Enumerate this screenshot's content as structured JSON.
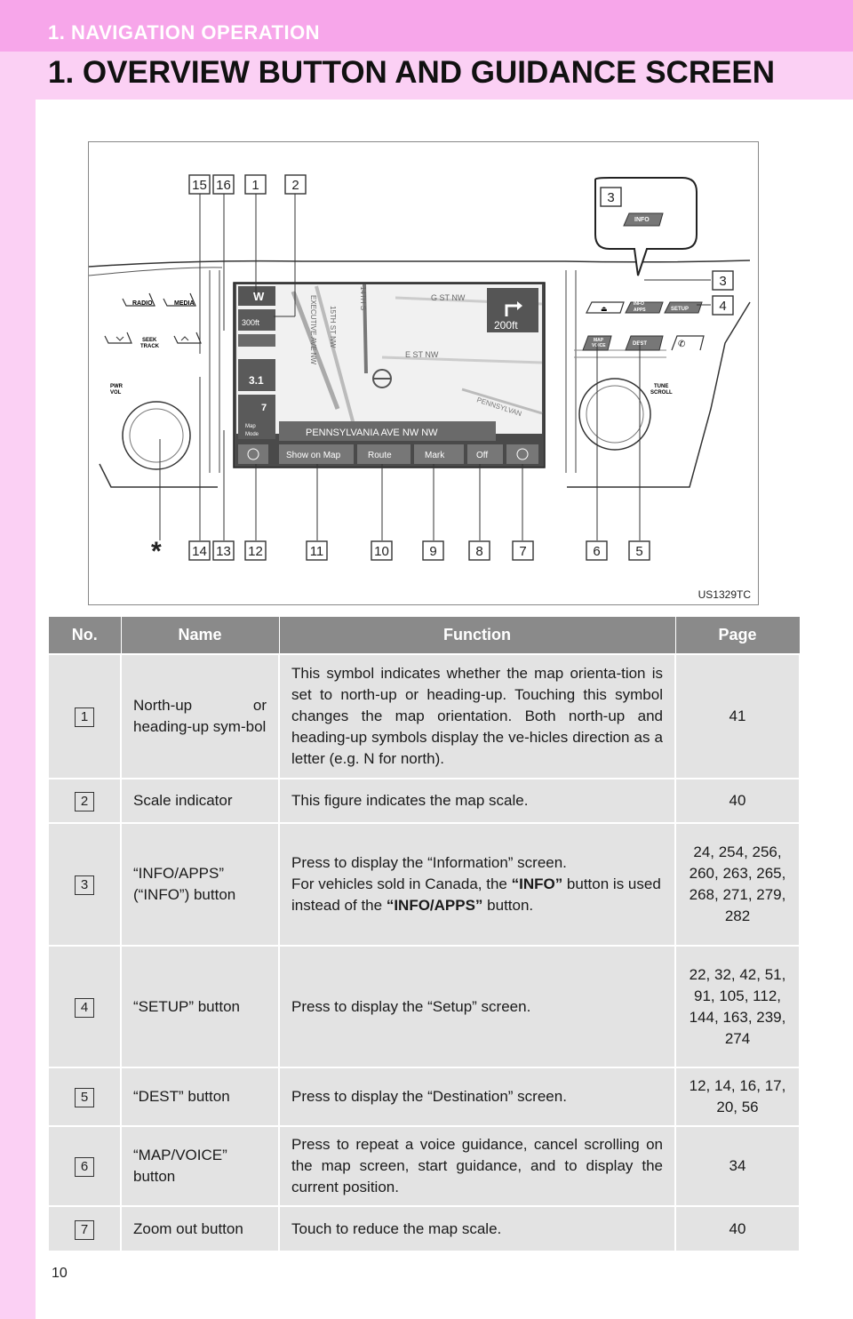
{
  "header": {
    "section": "1. NAVIGATION OPERATION",
    "title": "1. OVERVIEW BUTTON AND GUIDANCE SCREEN"
  },
  "figure": {
    "code": "US1329TC",
    "callouts_top": [
      "15",
      "16",
      "1",
      "2"
    ],
    "callouts_right": [
      "3",
      "3",
      "4"
    ],
    "callouts_bottom": [
      "14",
      "13",
      "12",
      "11",
      "10",
      "9",
      "8",
      "7",
      "6",
      "5"
    ],
    "asterisk": "*",
    "unit_buttons": {
      "radio": "RADIO",
      "media": "MEDIA",
      "seek": "SEEK",
      "track": "TRACK",
      "pwr": "PWR",
      "vol": "VOL",
      "info": "INFO",
      "info_top": "INFO",
      "apps": "APPS",
      "setup": "SETUP",
      "map": "MAP",
      "voice": "VOICE",
      "dest": "DEST",
      "tune": "TUNE",
      "scroll": "SCROLL"
    },
    "screen": {
      "compass": "W",
      "scale": "300ft",
      "distance_value": "3.1",
      "time_value": "7",
      "turn_distance": "200ft",
      "street_banner": "PENNSYLVANIA AVE NW NW",
      "street_g": "G ST NW",
      "street_e": "E ST NW",
      "street_15": "15TH ST NW",
      "street_14": "14TH S",
      "street_exec": "EXECUTIVE AVE NW",
      "street_penn": "PENNSYLVAN",
      "map_mode_1": "Map",
      "map_mode_2": "Mode",
      "buttons": [
        "Show on Map",
        "Route",
        "Mark",
        "Off"
      ]
    }
  },
  "table": {
    "headers": [
      "No.",
      "Name",
      "Function",
      "Page"
    ],
    "rows": [
      {
        "no": "1",
        "name": "North-up or heading-up sym-bol",
        "function": "This symbol indicates whether the map orienta-tion is set to north-up or heading-up. Touching this symbol changes the map orientation. Both north-up and heading-up symbols display the ve-hicles direction as a letter (e.g. N for north).",
        "page": "41"
      },
      {
        "no": "2",
        "name": "Scale indicator",
        "function": "This figure indicates the map scale.",
        "page": "40"
      },
      {
        "no": "3",
        "name": "“INFO/APPS” (“INFO”) button",
        "function_line1": "Press to display the “Information” screen.",
        "function_pre": "For vehicles sold in Canada, the ",
        "function_btn1": "“INFO”",
        "function_mid": " button is used instead of the ",
        "function_btn2": "“INFO/APPS”",
        "function_post": " button.",
        "page": "24, 254, 256, 260, 263, 265, 268, 271, 279, 282"
      },
      {
        "no": "4",
        "name": "“SETUP” button",
        "function": "Press to display the “Setup” screen.",
        "page": "22, 32, 42, 51, 91, 105, 112, 144, 163, 239, 274"
      },
      {
        "no": "5",
        "name": "“DEST” button",
        "function": "Press to display the “Destination” screen.",
        "page": "12, 14, 16, 17, 20, 56"
      },
      {
        "no": "6",
        "name": "“MAP/VOICE” button",
        "function": "Press to repeat a voice guidance, cancel scrolling on the map screen, start guidance, and to display the current position.",
        "page": "34"
      },
      {
        "no": "7",
        "name": "Zoom out button",
        "function": "Touch to reduce the map scale.",
        "page": "40"
      }
    ]
  },
  "footer": {
    "page_number": "10"
  }
}
